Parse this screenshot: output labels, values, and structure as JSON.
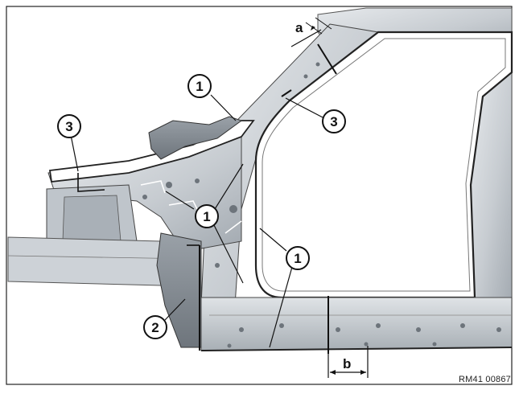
{
  "callouts": {
    "c1_top": "1",
    "c1_mid": "1",
    "c1_low": "1",
    "c2": "2",
    "c3_left": "3",
    "c3_right": "3"
  },
  "dimensions": {
    "a": "a",
    "b": "b"
  },
  "reference_code": "RM41 00867",
  "colors": {
    "panel_light": "#d9dde1",
    "panel_mid": "#b9bfc5",
    "panel_dark": "#7f868d",
    "line": "#111111"
  }
}
